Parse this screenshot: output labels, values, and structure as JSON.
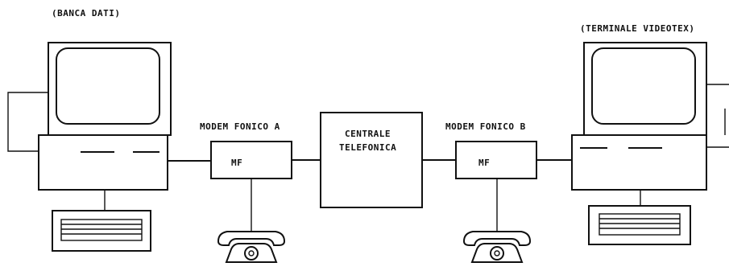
{
  "labels": {
    "banca_dati": "(BANCA DATI)",
    "terminale_videotex": "(TERMINALE VIDEOTEX)",
    "modem_a": "MODEM FONICO A",
    "modem_b": "MODEM FONICO B",
    "mf_a": "MF",
    "mf_b": "MF",
    "centrale_line1": "CENTRALE",
    "centrale_line2": "TELEFONICA"
  }
}
